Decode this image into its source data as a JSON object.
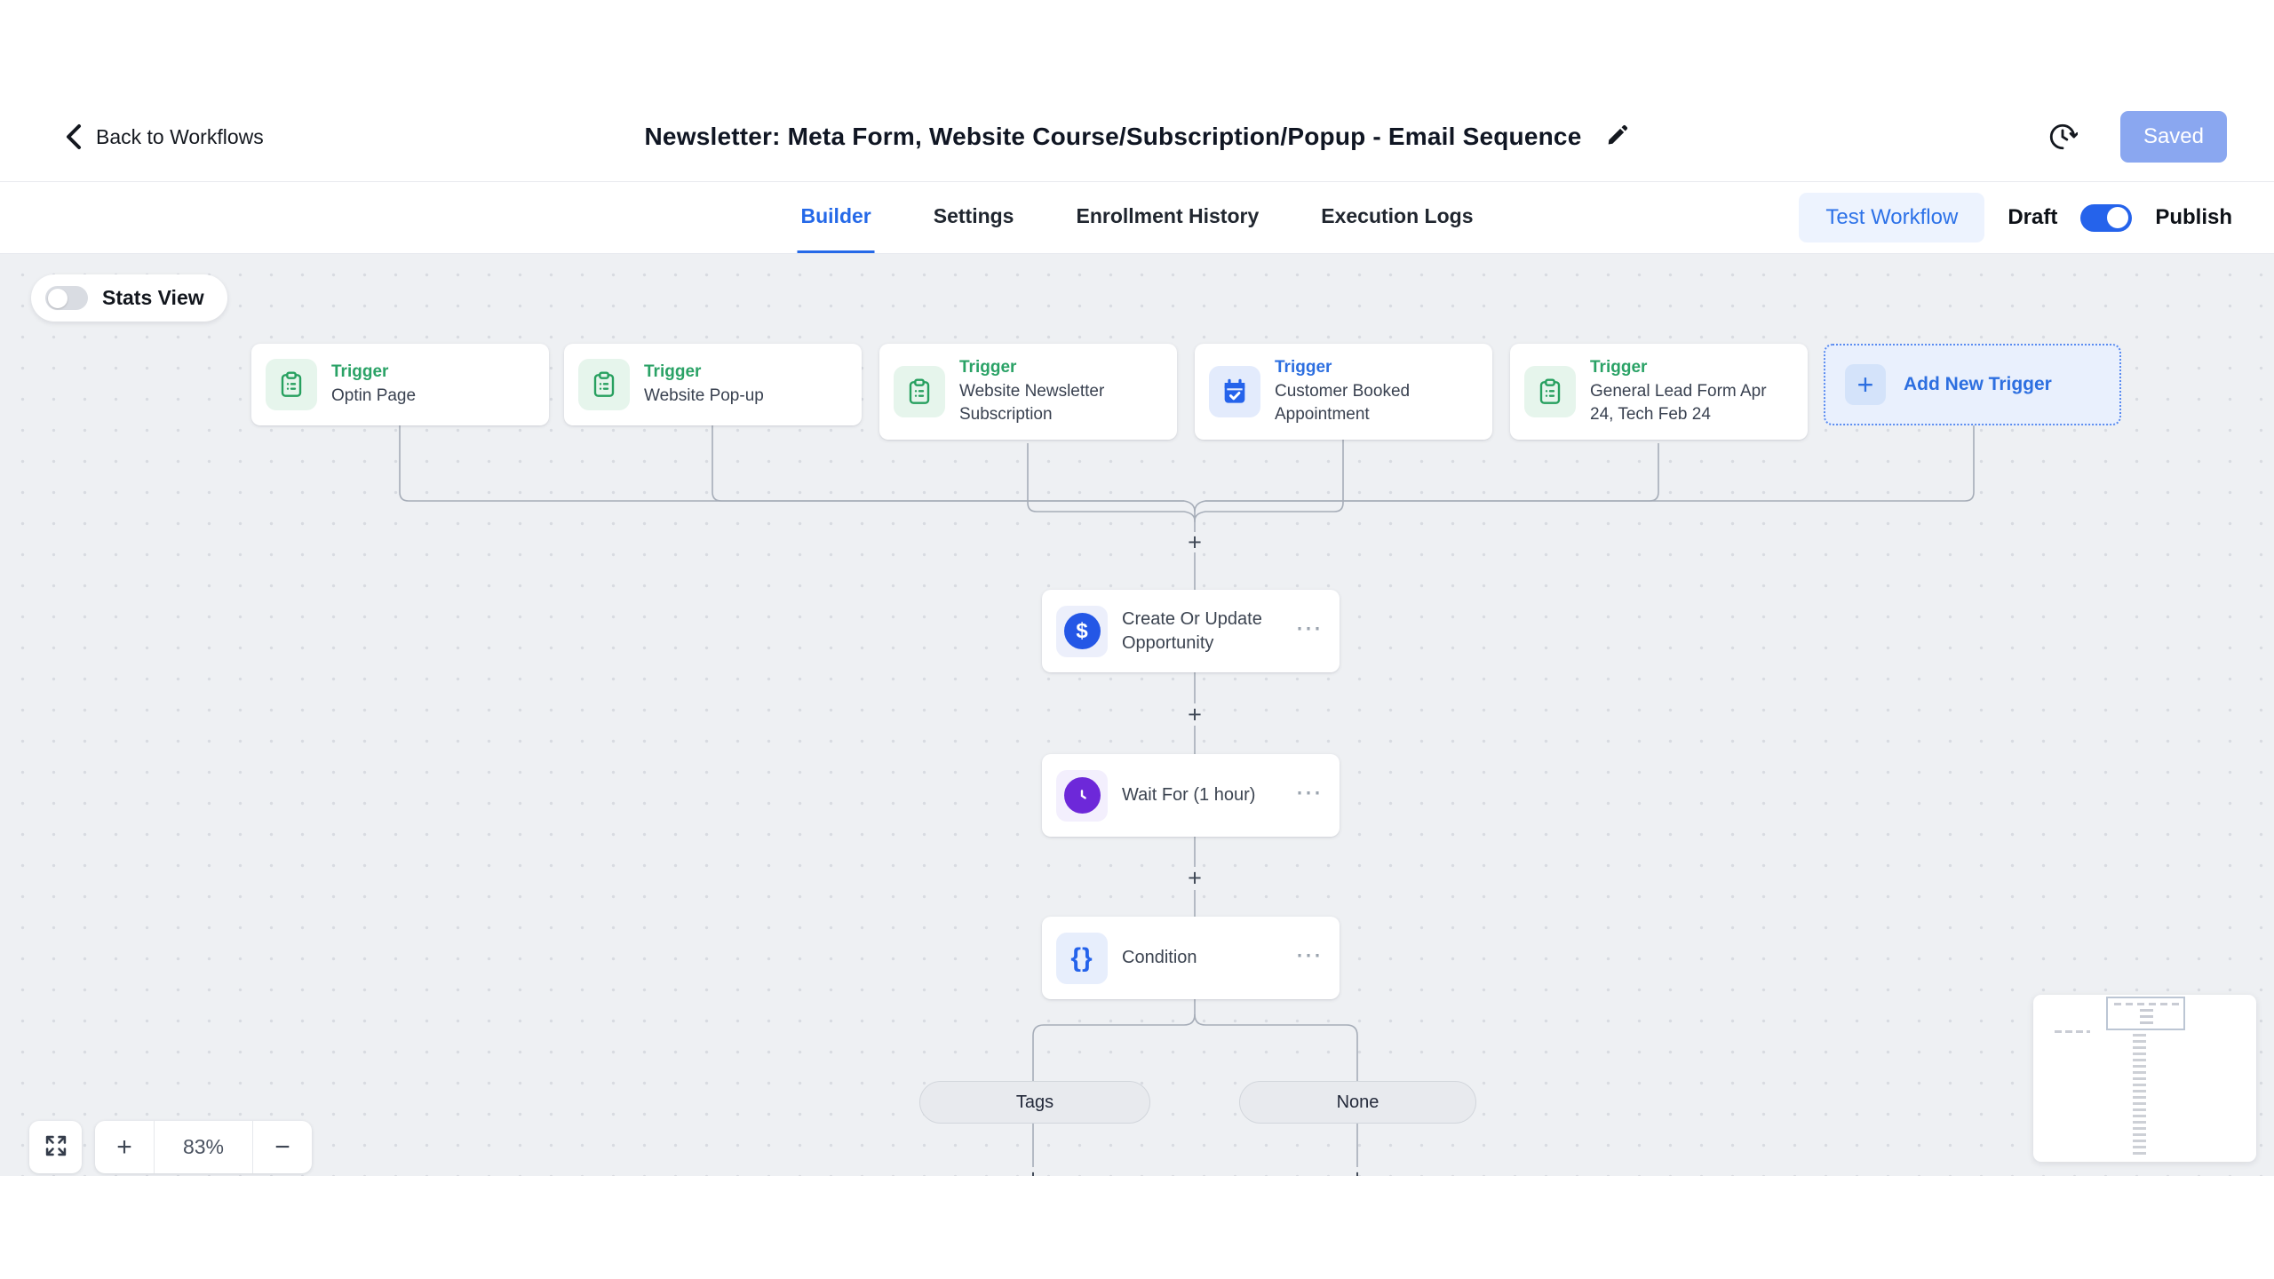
{
  "header": {
    "back_label": "Back to Workflows",
    "title": "Newsletter: Meta Form, Website Course/Subscription/Popup - Email Sequence",
    "saved_button": "Saved"
  },
  "tabs": {
    "items": [
      {
        "label": "Builder",
        "active": true
      },
      {
        "label": "Settings",
        "active": false
      },
      {
        "label": "Enrollment History",
        "active": false
      },
      {
        "label": "Execution Logs",
        "active": false
      }
    ],
    "test_workflow_button": "Test Workflow",
    "draft_label": "Draft",
    "publish_label": "Publish",
    "publish_toggle_state": "on"
  },
  "canvas": {
    "stats_view_label": "Stats View",
    "stats_toggle_state": "off",
    "triggers": [
      {
        "label": "Trigger",
        "name": "Optin Page"
      },
      {
        "label": "Trigger",
        "name": "Website Pop-up"
      },
      {
        "label": "Trigger",
        "name": "Website Newsletter Subscription"
      },
      {
        "label": "Trigger",
        "name": "Customer Booked Appointment"
      },
      {
        "label": "Trigger",
        "name": "General Lead Form Apr 24, Tech Feb 24"
      }
    ],
    "add_new_trigger_label": "Add New Trigger",
    "nodes": [
      {
        "title": "Create Or Update Opportunity"
      },
      {
        "title": "Wait For (1 hour)"
      },
      {
        "title": "Condition"
      }
    ],
    "branches": [
      {
        "label": "Tags"
      },
      {
        "label": "None"
      }
    ],
    "zoom_controls": {
      "zoom_level": "83%"
    }
  },
  "icons": {
    "plus": "+",
    "minus": "−",
    "menu_dots": "⋯",
    "braces": "{}",
    "dollar": "$"
  },
  "colors": {
    "accent_blue": "#2569e8",
    "trigger_green": "#2aa266",
    "wait_purple": "#6d28d9",
    "saved_disabled_blue": "#8aa7f0",
    "canvas_bg": "#eef0f3"
  }
}
